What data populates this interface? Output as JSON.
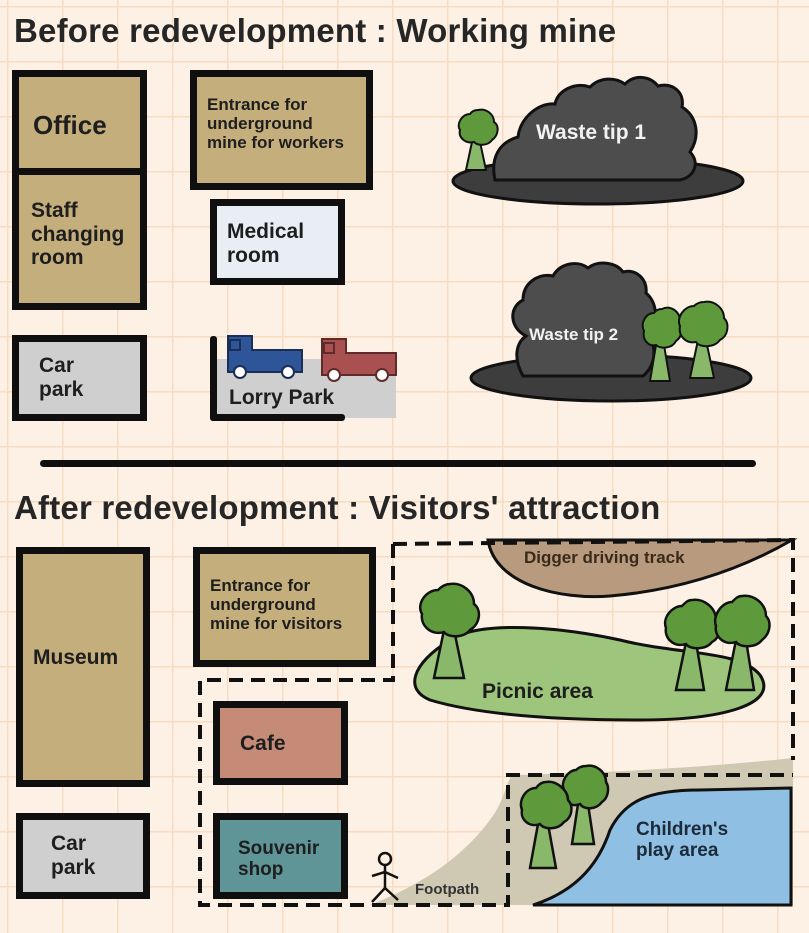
{
  "before": {
    "heading": "Before redevelopment : Working mine",
    "office": "Office",
    "staff_changing_room": [
      "Staff",
      "changing",
      "room"
    ],
    "entrance": [
      "Entrance for",
      "underground",
      "mine for workers"
    ],
    "medical_room": [
      "Medical",
      "room"
    ],
    "car_park": [
      "Car",
      "park"
    ],
    "lorry_park": "Lorry Park",
    "waste_tip_1": "Waste tip 1",
    "waste_tip_2": "Waste tip 2"
  },
  "after": {
    "heading": "After redevelopment : Visitors' attraction",
    "museum": "Museum",
    "entrance": [
      "Entrance for",
      "underground",
      "mine for visitors"
    ],
    "cafe": "Cafe",
    "souvenir_shop": [
      "Souvenir",
      "shop"
    ],
    "car_park": [
      "Car",
      "park"
    ],
    "digger_track": "Digger driving track",
    "picnic_area": "Picnic area",
    "childrens_play_area": [
      "Children's",
      "play area"
    ],
    "footpath": "Footpath"
  },
  "colors": {
    "building_tan": "#c4ae7c",
    "car_park_grey": "#cfcfcf",
    "medical_white": "#e9eef5",
    "cafe": "#c58b77",
    "souvenir_shop": "#5f9597",
    "waste_tip": "#4a4a4a",
    "tree_green": "#5e9a3c",
    "picnic_green": "#9dc57c",
    "digger_brown": "#b89a7e",
    "play_blue": "#8fc0e3",
    "footpath_beige": "#cfc8b3",
    "lorry_blue": "#2e5597",
    "lorry_red": "#a95151"
  },
  "icons": {
    "tree": "tree-icon",
    "lorry": "lorry-icon",
    "person": "stick-figure-icon"
  }
}
